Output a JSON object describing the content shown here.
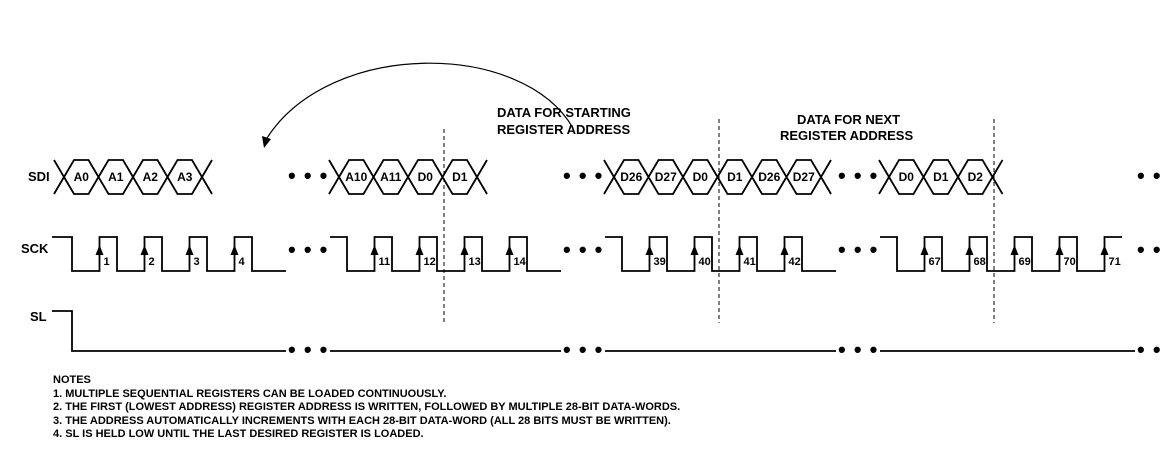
{
  "signals": {
    "sdi": "SDI",
    "sck": "SCK",
    "sl": "SL"
  },
  "sdi_cells": [
    "A0",
    "A1",
    "A2",
    "A3",
    "A10",
    "A11",
    "D0",
    "D1",
    "D26",
    "D27",
    "D0",
    "D1",
    "D26",
    "D27",
    "D0",
    "D1",
    "D2"
  ],
  "clock_numbers": [
    "1",
    "2",
    "3",
    "4",
    "11",
    "12",
    "13",
    "14",
    "39",
    "40",
    "41",
    "42",
    "67",
    "68",
    "69",
    "70",
    "71"
  ],
  "ellipsis": "• • •",
  "annotations": {
    "starting_line1": "DATA FOR STARTING",
    "starting_line2": "REGISTER ADDRESS",
    "next_line1": "DATA FOR NEXT",
    "next_line2": "REGISTER ADDRESS"
  },
  "notes": {
    "title": "NOTES",
    "items": [
      "1. MULTIPLE SEQUENTIAL REGISTERS CAN BE LOADED CONTINUOUSLY.",
      "2. THE FIRST (LOWEST ADDRESS) REGISTER ADDRESS IS WRITTEN, FOLLOWED BY MULTIPLE 28-BIT DATA-WORDS.",
      "3. THE ADDRESS AUTOMATICALLY INCREMENTS WITH EACH 28-BIT DATA-WORD (ALL 28 BITS MUST BE WRITTEN).",
      "4. SL IS HELD LOW UNTIL THE LAST DESIRED REGISTER IS LOADED."
    ]
  }
}
